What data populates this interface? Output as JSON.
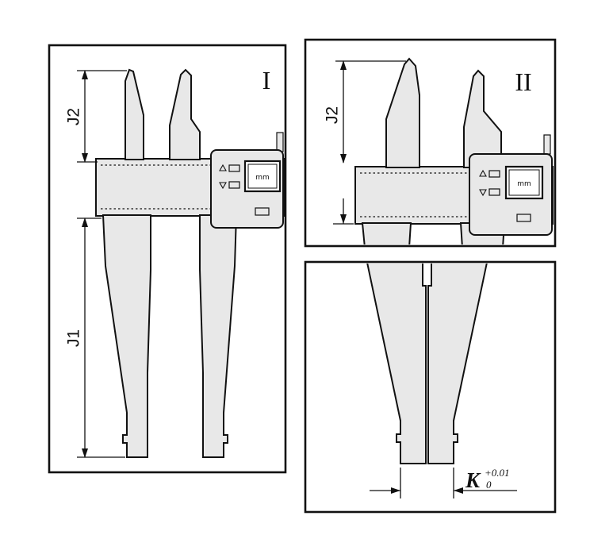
{
  "colors": {
    "body_fill": "#e8e8e8",
    "outline": "#111111",
    "background": "#ffffff",
    "display_window": "#ffffff"
  },
  "panel1": {
    "numeral": "I",
    "dim_upper": "J2",
    "dim_lower": "J1",
    "display_unit": "mm"
  },
  "panel2": {
    "numeral": "II",
    "dim_upper": "J2",
    "display_unit": "mm"
  },
  "panel3": {
    "dim": "K",
    "tolerance_upper": "+0.01",
    "tolerance_lower": "0"
  }
}
